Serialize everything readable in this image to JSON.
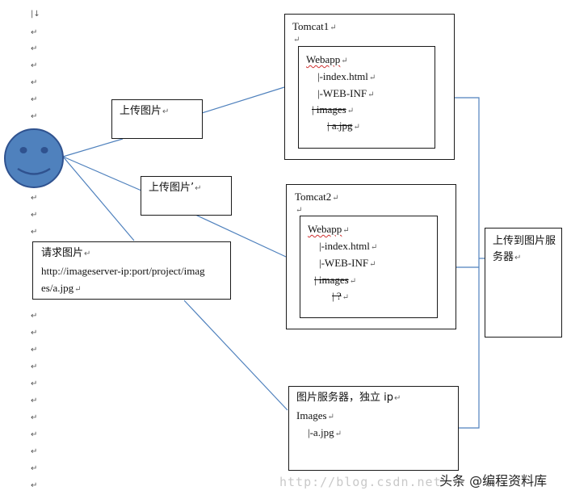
{
  "upload1": {
    "label": "上传图片"
  },
  "upload2": {
    "label": "上传图片’"
  },
  "request": {
    "title": "请求图片",
    "url_line1": "http://imageserver-ip:port/project/imag",
    "url_line2": "es/a.jpg"
  },
  "tomcat1": {
    "title": "Tomcat1",
    "webapp": "Webapp",
    "index": "|-index.html",
    "webinf": "|-WEB-INF",
    "images": "| images",
    "file": "| a.jpg"
  },
  "tomcat2": {
    "title": "Tomcat2",
    "webapp": "Webapp",
    "index": "|-index.html",
    "webinf": "|-WEB-INF",
    "images": "| images",
    "file": "| ?"
  },
  "imgserver": {
    "title": "图片服务器，独立 ip",
    "images": "Images",
    "file": "|-a.jpg"
  },
  "sync": {
    "label": "上传到图片服务器"
  },
  "footer": {
    "watermark": "http://blog.csdn.net",
    "brand": "头条 @编程资料库"
  },
  "colors": {
    "line": "#4f81bd",
    "face": "#4f81bd",
    "face_stroke": "#2f528f"
  }
}
